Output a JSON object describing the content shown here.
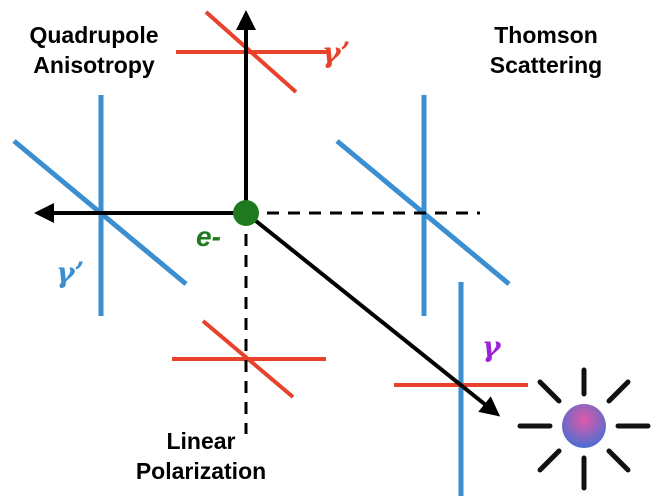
{
  "labels": {
    "quadrupole_line1": "Quadrupole",
    "quadrupole_line2": "Anisotropy",
    "thomson_line1": "Thomson",
    "thomson_line2": "Scattering",
    "linear_line1": "Linear",
    "linear_line2": "Polarization",
    "electron": "e-",
    "gamma_prime_top": "γ’",
    "gamma_prime_left": "γ’",
    "gamma_incoming": "γ"
  },
  "colors": {
    "axis": "#000000",
    "red_wave": "#e8412c",
    "blue_wave": "#3b8fd0",
    "electron": "#1f7a1f",
    "electron_label": "#1f7a1f",
    "gamma_red": "#e8412c",
    "gamma_blue": "#3b8fd0",
    "gamma_purple": "#9b22d6",
    "source_top": "#e05aa8",
    "source_bottom": "#3f6fd6"
  },
  "icons": {
    "source": "glowing-source-icon",
    "electron": "electron-dot-icon"
  }
}
